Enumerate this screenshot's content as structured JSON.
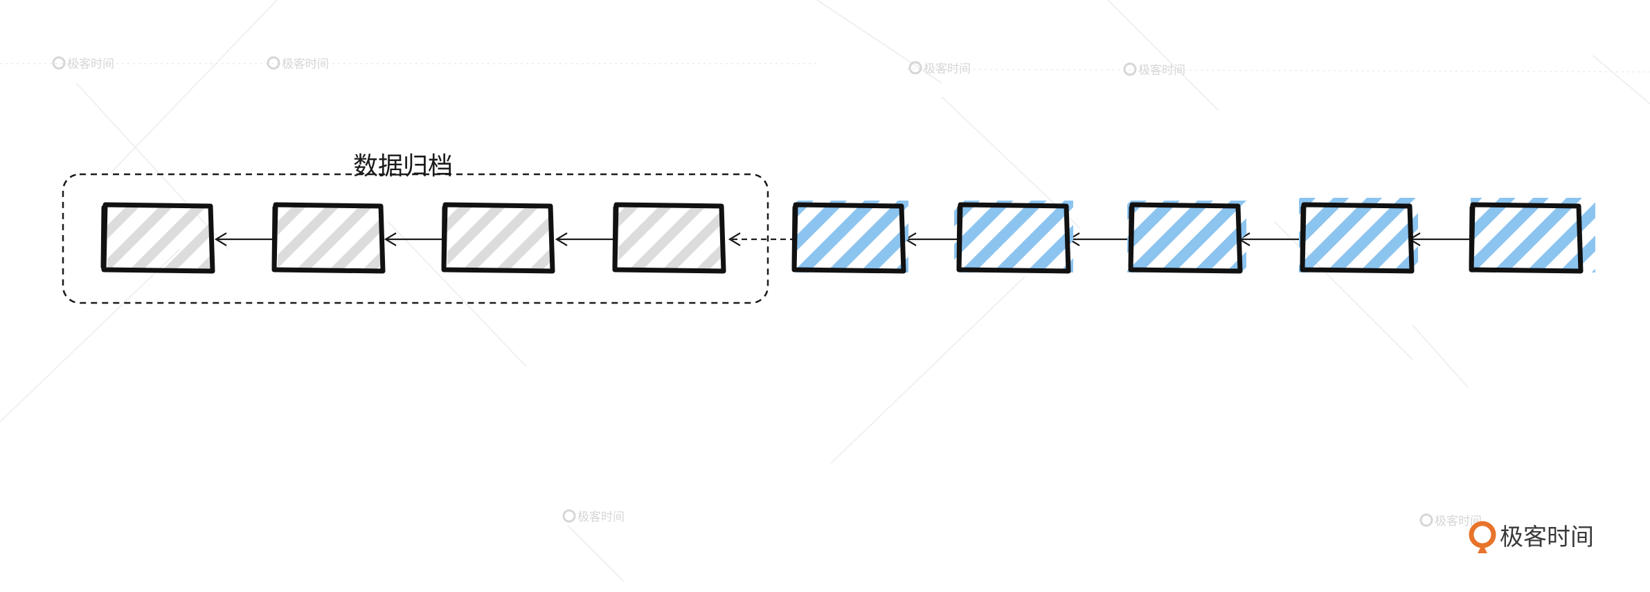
{
  "diagram": {
    "archive_label": "数据归档",
    "watermark_text": "极客时间",
    "brand_text": "极客时间",
    "archived_count": 4,
    "active_count": 5,
    "colors": {
      "archived_fill": "#dcdcdc",
      "active_fill": "#8cc4f0",
      "outline": "#111111",
      "brand_accent": "#e8742c",
      "watermark": "#d6d6d6"
    }
  }
}
